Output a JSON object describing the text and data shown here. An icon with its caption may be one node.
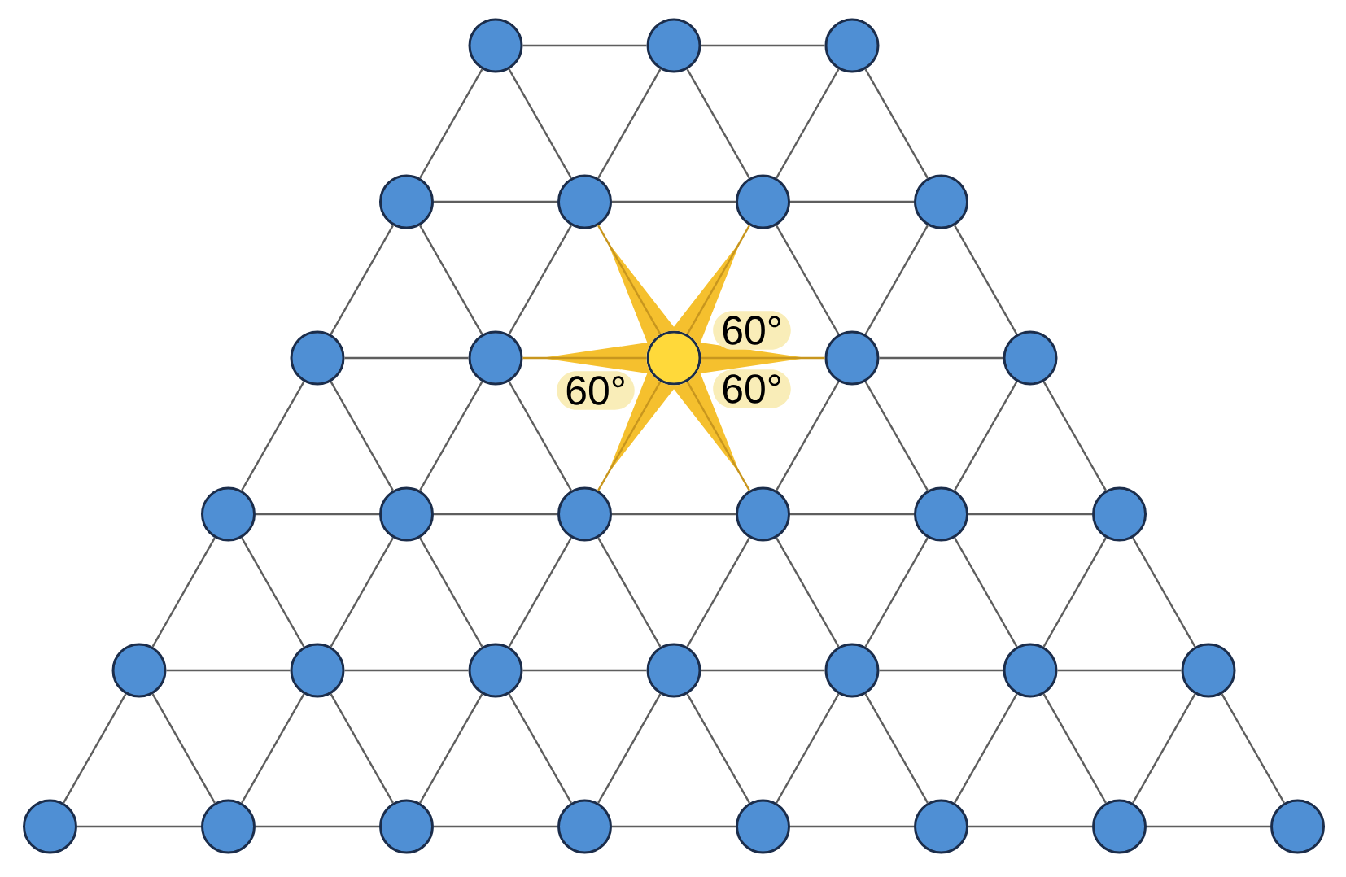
{
  "diagram": {
    "nodes": [
      {
        "text": [],
        "shape": "circle"
      },
      {
        "text": [],
        "shape": "circle"
      },
      {
        "text": [],
        "shape": "circle"
      },
      {
        "text": [],
        "shape": "circle"
      },
      {
        "text": [],
        "shape": "circle"
      },
      {
        "text": [],
        "shape": "circle"
      },
      {
        "text": [],
        "shape": "circle"
      },
      {
        "text": [],
        "shape": "circle"
      },
      {
        "text": [],
        "shape": "circle"
      },
      {
        "text": [],
        "shape": "circle"
      },
      {
        "text": [],
        "shape": "circle"
      },
      {
        "text": [],
        "shape": "circle"
      },
      {
        "text": [],
        "shape": "circle"
      },
      {
        "text": [],
        "shape": "circle"
      },
      {
        "text": [],
        "shape": "circle"
      },
      {
        "text": [],
        "shape": "circle"
      },
      {
        "text": [],
        "shape": "circle"
      },
      {
        "text": [],
        "shape": "circle"
      },
      {
        "text": [],
        "shape": "circle"
      },
      {
        "text": [],
        "shape": "circle"
      },
      {
        "text": [],
        "shape": "circle"
      },
      {
        "text": [],
        "shape": "circle"
      },
      {
        "text": [],
        "shape": "circle"
      },
      {
        "text": [],
        "shape": "circle"
      },
      {
        "text": [],
        "shape": "circle"
      },
      {
        "text": [],
        "shape": "circle"
      },
      {
        "text": [],
        "shape": "circle"
      },
      {
        "text": [],
        "shape": "circle"
      },
      {
        "text": [],
        "shape": "circle"
      },
      {
        "text": [],
        "shape": "circle"
      },
      {
        "text": [],
        "shape": "circle"
      },
      {
        "text": [],
        "shape": "circle"
      },
      {
        "text": [],
        "shape": "circle"
      }
    ],
    "edges": [
      {
        "from": 0,
        "to": 1,
        "arrow": "none"
      },
      {
        "from": 1,
        "to": 2,
        "arrow": "none"
      },
      {
        "from": 0,
        "to": 3,
        "arrow": "none"
      },
      {
        "from": 0,
        "to": 4,
        "arrow": "none"
      },
      {
        "from": 1,
        "to": 4,
        "arrow": "none"
      },
      {
        "from": 1,
        "to": 5,
        "arrow": "none"
      },
      {
        "from": 2,
        "to": 5,
        "arrow": "none"
      },
      {
        "from": 2,
        "to": 6,
        "arrow": "none"
      },
      {
        "from": 3,
        "to": 4,
        "arrow": "none"
      },
      {
        "from": 4,
        "to": 5,
        "arrow": "none"
      },
      {
        "from": 5,
        "to": 6,
        "arrow": "none"
      },
      {
        "from": 3,
        "to": 7,
        "arrow": "none"
      },
      {
        "from": 3,
        "to": 8,
        "arrow": "none"
      },
      {
        "from": 4,
        "to": 8,
        "arrow": "none"
      },
      {
        "from": 4,
        "to": 9,
        "arrow": "none",
        "color": "#c8961e"
      },
      {
        "from": 5,
        "to": 9,
        "arrow": "none",
        "color": "#c8961e"
      },
      {
        "from": 5,
        "to": 10,
        "arrow": "none"
      },
      {
        "from": 6,
        "to": 10,
        "arrow": "none"
      },
      {
        "from": 6,
        "to": 11,
        "arrow": "none"
      },
      {
        "from": 7,
        "to": 8,
        "arrow": "none"
      },
      {
        "from": 8,
        "to": 9,
        "arrow": "none",
        "color": "#c8961e"
      },
      {
        "from": 9,
        "to": 10,
        "arrow": "none",
        "color": "#c8961e"
      },
      {
        "from": 10,
        "to": 11,
        "arrow": "none"
      },
      {
        "from": 7,
        "to": 12,
        "arrow": "none"
      },
      {
        "from": 7,
        "to": 13,
        "arrow": "none"
      },
      {
        "from": 8,
        "to": 13,
        "arrow": "none"
      },
      {
        "from": 8,
        "to": 14,
        "arrow": "none"
      },
      {
        "from": 9,
        "to": 14,
        "arrow": "none",
        "color": "#c8961e"
      },
      {
        "from": 9,
        "to": 15,
        "arrow": "none",
        "color": "#c8961e"
      },
      {
        "from": 10,
        "to": 15,
        "arrow": "none"
      },
      {
        "from": 10,
        "to": 16,
        "arrow": "none"
      },
      {
        "from": 11,
        "to": 16,
        "arrow": "none"
      },
      {
        "from": 11,
        "to": 17,
        "arrow": "none"
      },
      {
        "from": 12,
        "to": 13,
        "arrow": "none"
      },
      {
        "from": 13,
        "to": 14,
        "arrow": "none"
      },
      {
        "from": 14,
        "to": 15,
        "arrow": "none"
      },
      {
        "from": 15,
        "to": 16,
        "arrow": "none"
      },
      {
        "from": 16,
        "to": 17,
        "arrow": "none"
      },
      {
        "from": 12,
        "to": 18,
        "arrow": "none"
      },
      {
        "from": 12,
        "to": 19,
        "arrow": "none"
      },
      {
        "from": 13,
        "to": 19,
        "arrow": "none"
      },
      {
        "from": 13,
        "to": 20,
        "arrow": "none"
      },
      {
        "from": 14,
        "to": 20,
        "arrow": "none"
      },
      {
        "from": 14,
        "to": 21,
        "arrow": "none"
      },
      {
        "from": 15,
        "to": 21,
        "arrow": "none"
      },
      {
        "from": 15,
        "to": 22,
        "arrow": "none"
      },
      {
        "from": 16,
        "to": 22,
        "arrow": "none"
      },
      {
        "from": 16,
        "to": 23,
        "arrow": "none"
      },
      {
        "from": 17,
        "to": 23,
        "arrow": "none"
      },
      {
        "from": 17,
        "to": 24,
        "arrow": "none"
      },
      {
        "from": 18,
        "to": 19,
        "arrow": "none"
      },
      {
        "from": 19,
        "to": 20,
        "arrow": "none"
      },
      {
        "from": 20,
        "to": 21,
        "arrow": "none"
      },
      {
        "from": 21,
        "to": 22,
        "arrow": "none"
      },
      {
        "from": 22,
        "to": 23,
        "arrow": "none"
      },
      {
        "from": 23,
        "to": 24,
        "arrow": "none"
      },
      {
        "from": 18,
        "to": 25,
        "arrow": "none"
      },
      {
        "from": 18,
        "to": 26,
        "arrow": "none"
      },
      {
        "from": 19,
        "to": 26,
        "arrow": "none"
      },
      {
        "from": 19,
        "to": 27,
        "arrow": "none"
      },
      {
        "from": 20,
        "to": 27,
        "arrow": "none"
      },
      {
        "from": 20,
        "to": 28,
        "arrow": "none"
      },
      {
        "from": 21,
        "to": 28,
        "arrow": "none"
      },
      {
        "from": 21,
        "to": 29,
        "arrow": "none"
      },
      {
        "from": 22,
        "to": 29,
        "arrow": "none"
      },
      {
        "from": 22,
        "to": 30,
        "arrow": "none"
      },
      {
        "from": 23,
        "to": 30,
        "arrow": "none"
      },
      {
        "from": 23,
        "to": 31,
        "arrow": "none"
      },
      {
        "from": 24,
        "to": 31,
        "arrow": "none"
      },
      {
        "from": 24,
        "to": 32,
        "arrow": "none"
      },
      {
        "from": 25,
        "to": 26,
        "arrow": "none"
      },
      {
        "from": 26,
        "to": 27,
        "arrow": "none"
      },
      {
        "from": 27,
        "to": 28,
        "arrow": "none"
      },
      {
        "from": 28,
        "to": 29,
        "arrow": "none"
      },
      {
        "from": 29,
        "to": 30,
        "arrow": "none"
      },
      {
        "from": 30,
        "to": 31,
        "arrow": "none"
      },
      {
        "from": 31,
        "to": 32,
        "arrow": "none"
      }
    ],
    "labels": [
      "60°",
      "60°",
      "60°"
    ]
  }
}
